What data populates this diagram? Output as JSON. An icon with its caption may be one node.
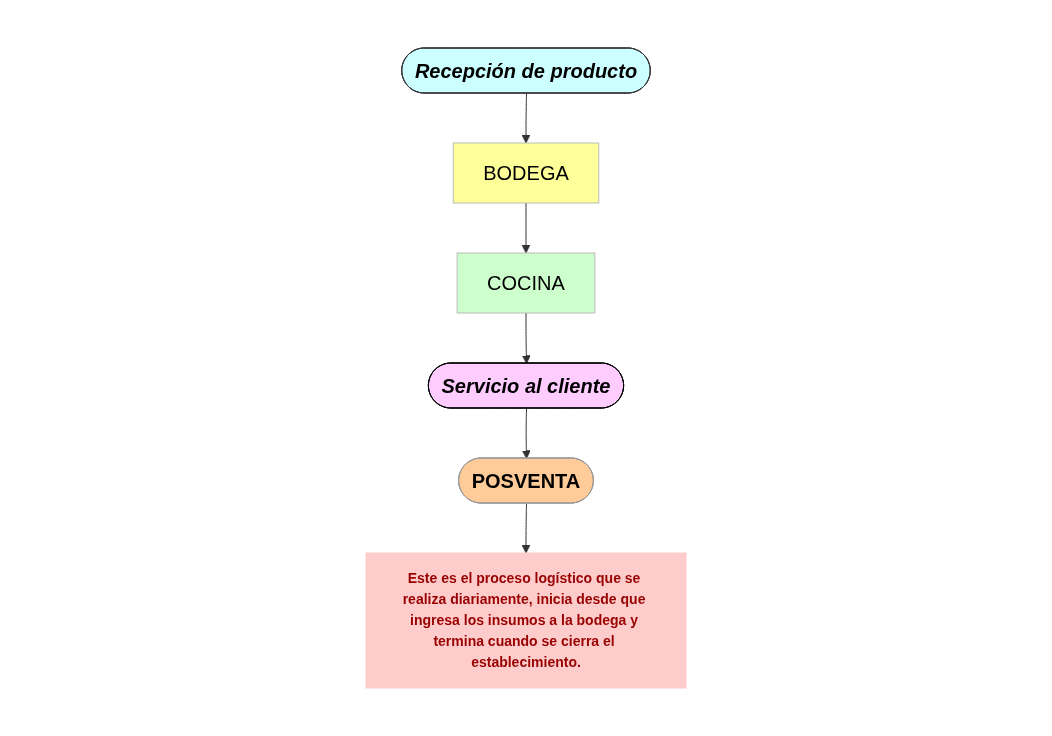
{
  "diagram": {
    "nodes": [
      {
        "text": [
          "Recepción de producto"
        ]
      },
      {
        "text": [
          "BODEGA"
        ]
      },
      {
        "text": [
          "COCINA"
        ]
      },
      {
        "text": [
          "Servicio al cliente"
        ]
      },
      {
        "text": [
          "POSVENTA"
        ]
      },
      {
        "text": [
          "Este es el proceso logístico que se realiza diariamente, inicia desde que ingresa los insumos a la bodega y termina cuando se cierra el establecimiento."
        ]
      }
    ],
    "edges": [
      {
        "from": 0,
        "to": 1,
        "arrow": "to"
      },
      {
        "from": 1,
        "to": 2,
        "arrow": "to"
      },
      {
        "from": 2,
        "to": 3,
        "arrow": "to"
      },
      {
        "from": 3,
        "to": 4,
        "arrow": "to"
      },
      {
        "from": 4,
        "to": 5,
        "arrow": "to"
      }
    ]
  }
}
